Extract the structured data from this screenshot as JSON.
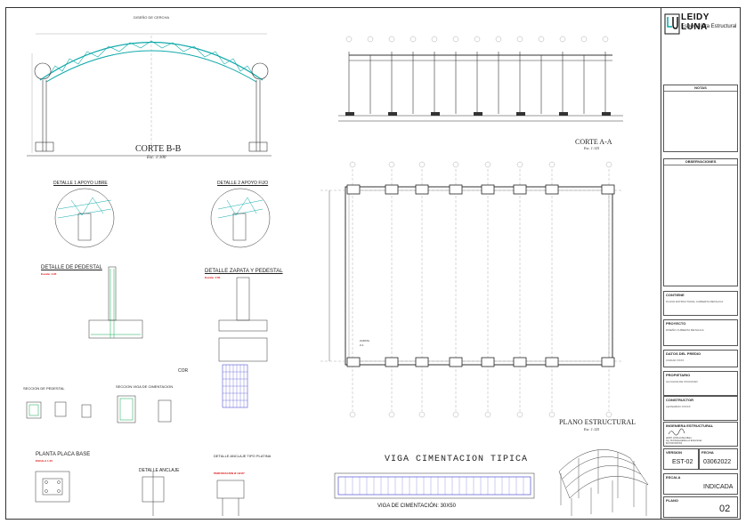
{
  "brand": {
    "name": "LEIDY LUNA",
    "subtitle": "Especialista Estructural",
    "logo_icon": "lu-monogram-icon"
  },
  "drawings": {
    "truss_title": "DISEÑO DE CERCHA",
    "corte_bb": "CORTE B-B",
    "corte_bb_scale": "Esc. 1:100",
    "corte_aa": "CORTE A-A",
    "corte_aa_scale": "Esc. 1:125",
    "detalle1": "DETALLE 1 APOYO LIBRE",
    "detalle2": "DETALLE 2 APOYO FIJO",
    "detalle_pedestal": "DETALLE DE PEDESTAL",
    "detalle_pedestal_scale": "Escala: 1:20",
    "detalle_zapata": "DETALLE ZAPATA Y PEDESTAL",
    "detalle_zapata_scale": "Escala: 1:50",
    "cor_label": "COR",
    "seccion_pedestal": "SECCION DE PEDESTAL",
    "seccion_viga": "SECCION VIGA DE CIMENTACION",
    "planta_placa": "PLANTA PLACA BASE",
    "planta_placa_scale": "ESCALA 1:15",
    "detalle_anclaje": "DETALLE ANCLAJE",
    "detalle_anclaje_platina": "DETALLE ANCLAJE TIPO PLATINA",
    "perforacion": "PERFORACION Ø 13/16\"",
    "plano_estructural": "PLANO ESTRUCTURAL",
    "plano_scale": "Esc. 1:125",
    "viga_cimentacion_tipica": "VIGA CIMENTACION TIPICA",
    "viga_cimentacion_dim": "VIGA DE CIMENTACIÓN: 30X50",
    "zapata_label": "ZAPATA",
    "zapata_code": "Z-1"
  },
  "title_block": {
    "notas": "NOTAS",
    "observaciones": "OBSERVACIONES",
    "contiene_label": "CONTIENE",
    "contiene_value": "PLANO ESTRUCTURAL CUBIERTA METALICA",
    "proyecto_label": "PROYECTO",
    "proyecto_value": "DISEÑO CUBIERTA METALICA",
    "datos_predio_label": "DATOS DEL PREDIO",
    "datos_predio_value": "CIUDAD XXXX",
    "propietario_label": "PROPIETARIO",
    "propietario_value": "ALCALDIA DE XXCIUDAD",
    "constructor_label": "CONSTRUCTOR",
    "constructor_value": "LEONARDO XXXXX",
    "ingeniero_label": "INGENIERA ESTRUCTURAL",
    "ingeniero_lines": [
      "LEIDY LUNA LUNA Alfaro",
      "Ing. Civil Especialista en Estructuras",
      "M.P.XXXXXXXX"
    ],
    "version_label": "VERSION",
    "version_value": "EST-02",
    "fecha_label": "FECHA",
    "fecha_value": "03062022",
    "escala_label": "ESCALA",
    "escala_value": "INDICADA",
    "plano_label": "PLANO",
    "plano_value": "02"
  }
}
